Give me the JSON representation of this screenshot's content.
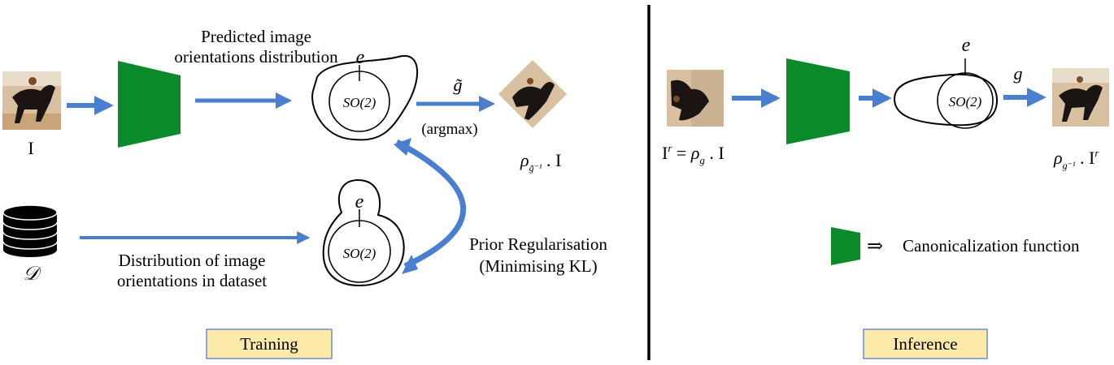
{
  "training": {
    "input_label": "I",
    "predicted_label_line1": "Predicted image",
    "predicted_label_line2": "orientations distribution",
    "identity_label": "e",
    "group_label": "SO(2)",
    "argmax_symbol": "g̃",
    "argmax_text": "(argmax)",
    "output_rho": "ρ",
    "output_sub": "g̃⁻¹",
    "output_tail": " . I",
    "dataset_symbol": "𝒟",
    "dataset_label_line1": "Distribution of image",
    "dataset_label_line2": "orientations in dataset",
    "prior_line1": "Prior Regularisation",
    "prior_line2": "(Minimising KL)",
    "section_label": "Training"
  },
  "inference": {
    "input_I": "I",
    "input_sup": "r",
    "input_eq": " = ",
    "input_rho": "ρ",
    "input_sub": "g",
    "input_tail": " . I",
    "identity_label": "e",
    "group_label": "SO(2)",
    "g_symbol": "g",
    "output_rho": "ρ",
    "output_sub": "g⁻¹",
    "output_tail": " . I",
    "output_sup": "r",
    "legend_arrow": "⇒",
    "legend_text": "Canonicalization function",
    "section_label": "Inference"
  },
  "colors": {
    "network_green": "#0a8a2a",
    "arrow_blue": "#4a7fd0",
    "label_box_fill": "#fdeaa8",
    "label_box_stroke": "#6b8fc9",
    "divider": "#000000"
  }
}
